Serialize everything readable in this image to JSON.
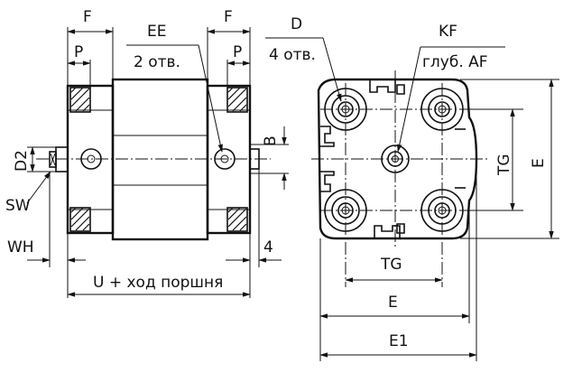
{
  "title": "",
  "side_view": {
    "labels": {
      "f_left": "F",
      "p_left": "P",
      "ee": "EE",
      "ee_qty": "2 отв.",
      "f_right": "F",
      "p_right": "P",
      "b": "B",
      "d2": "D2",
      "sw": "SW",
      "wh": "WH",
      "four": "4",
      "u_stroke": "U + ход поршня"
    }
  },
  "front_view": {
    "labels": {
      "d": "D",
      "d_qty": "4 отв.",
      "kf": "KF",
      "kf_depth": "глуб. AF",
      "tg_vertical": "TG",
      "e_vertical": "E",
      "tg_horizontal": "TG",
      "e_horizontal": "E",
      "e1": "E1"
    }
  }
}
